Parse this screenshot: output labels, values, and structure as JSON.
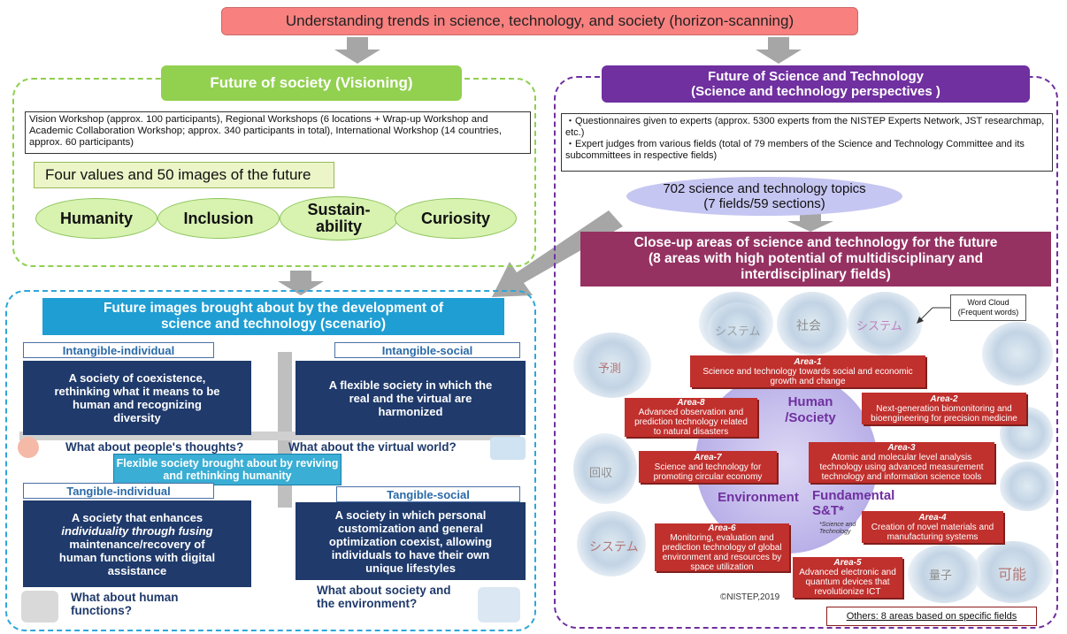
{
  "top_banner": "Understanding trends in science, technology, and society (horizon-scanning)",
  "left_panel": {
    "title": "Future of society (Visioning)",
    "description": "Vision Workshop (approx. 100 participants), Regional Workshops (6 locations + Wrap-up Workshop and Academic Collaboration Workshop; approx. 340 participants in total), International Workshop (14 countries, approx. 60 participants)",
    "values_heading": "Four values and 50 images of the future",
    "values": [
      "Humanity",
      "Inclusion",
      "Sustain-\nability",
      "Curiosity"
    ]
  },
  "right_panel": {
    "title_line1": "Future of Science and Technology",
    "title_line2": "(Science and technology perspectives )",
    "bullet1": "・Questionnaires given to experts (approx. 5300 experts from the NISTEP Experts Network, JST researchmap, etc.)",
    "bullet2": "・Expert judges from various fields (total of 79 members of the Science and Technology Committee and its subcommittees in respective fields)",
    "topics_line1": "702 science and technology topics",
    "topics_line2": "(7 fields/59 sections)",
    "closeup_line1": "Close-up areas of science and technology for the future",
    "closeup_line2": "(8 areas with high potential of multidisciplinary and",
    "closeup_line3": "interdisciplinary fields)",
    "wordcloud_label_line1": "Word Cloud",
    "wordcloud_label_line2": "(Frequent words)",
    "center_human": "Human\n/Society",
    "center_environment": "Environment",
    "center_fundamental": "Fundamental\nS&T*",
    "center_note": "*Science and\nTechnology",
    "areas": [
      {
        "num": "Area-1",
        "text": "Science and technology towards social and economic growth and change"
      },
      {
        "num": "Area-2",
        "text": "Next-generation biomonitoring and bioengineering for precision medicine"
      },
      {
        "num": "Area-3",
        "text": "Atomic and molecular level analysis technology using advanced measurement technology and information science tools"
      },
      {
        "num": "Area-4",
        "text": "Creation of novel materials and manufacturing systems"
      },
      {
        "num": "Area-5",
        "text": "Advanced electronic and quantum devices that revolutionize ICT"
      },
      {
        "num": "Area-6",
        "text": "Monitoring, evaluation and prediction technology of global environment and resources by space utilization"
      },
      {
        "num": "Area-7",
        "text": "Science and technology for promoting circular economy"
      },
      {
        "num": "Area-8",
        "text": "Advanced observation and prediction technology related to natural disasters"
      }
    ],
    "copyright": "©NISTEP,2019",
    "others": "Others: 8 areas based on specific fields",
    "cloud_words": [
      "システム",
      "社会",
      "システム",
      "予測",
      "回収",
      "システム",
      "可能",
      "量子"
    ]
  },
  "bottom_panel": {
    "title_line1": "Future images brought about by the development of",
    "title_line2": "science and technology (scenario)",
    "q1_label": "Intangible-individual",
    "q1_text": [
      "A society of coexistence,",
      "rethinking what it means to be",
      "human and recognizing",
      "diversity"
    ],
    "q1_question": "What about people's thoughts?",
    "q2_label": "Intangible-social",
    "q2_text": [
      "A flexible society in which the",
      "real and the virtual are",
      "harmonized"
    ],
    "q2_question": "What about the virtual world?",
    "center_line1": "Flexible society brought about by reviving",
    "center_line2": "and rethinking humanity",
    "q3_label": "Tangible-individual",
    "q3_text": [
      "A society that enhances",
      "individuality through fusing",
      "maintenance/recovery of",
      "human functions with digital",
      "assistance"
    ],
    "q3_question_line1": "What about human",
    "q3_question_line2": "functions?",
    "q4_label": "Tangible-social",
    "q4_text": [
      "A society in which personal",
      "customization and general",
      "optimization coexist, allowing",
      "individuals to have their own",
      "unique lifestyles"
    ],
    "q4_question_line1": "What about society and",
    "q4_question_line2": "the environment?"
  },
  "colors": {
    "banner": "#f8807f",
    "green": "#92d050",
    "purple": "#7030a0",
    "blue": "#1f9ed3",
    "navy": "#1f3a6b",
    "maroon": "#953262",
    "area_red": "#c0302d"
  }
}
